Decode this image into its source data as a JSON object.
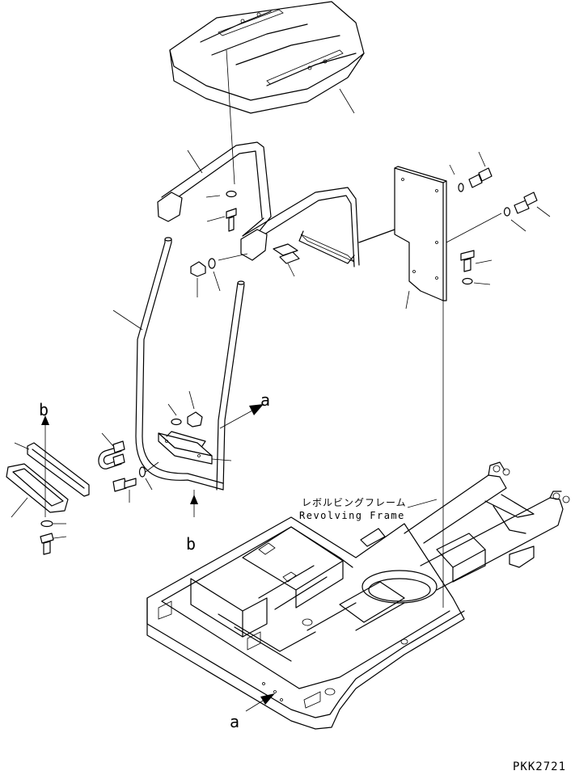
{
  "callouts": {
    "b_upper": "b",
    "b_lower": "b",
    "a_upper": "a",
    "a_lower": "a"
  },
  "frame_label": {
    "japanese": "レボルビングフレーム",
    "english": "Revolving Frame"
  },
  "drawing_code": "PKK2721"
}
